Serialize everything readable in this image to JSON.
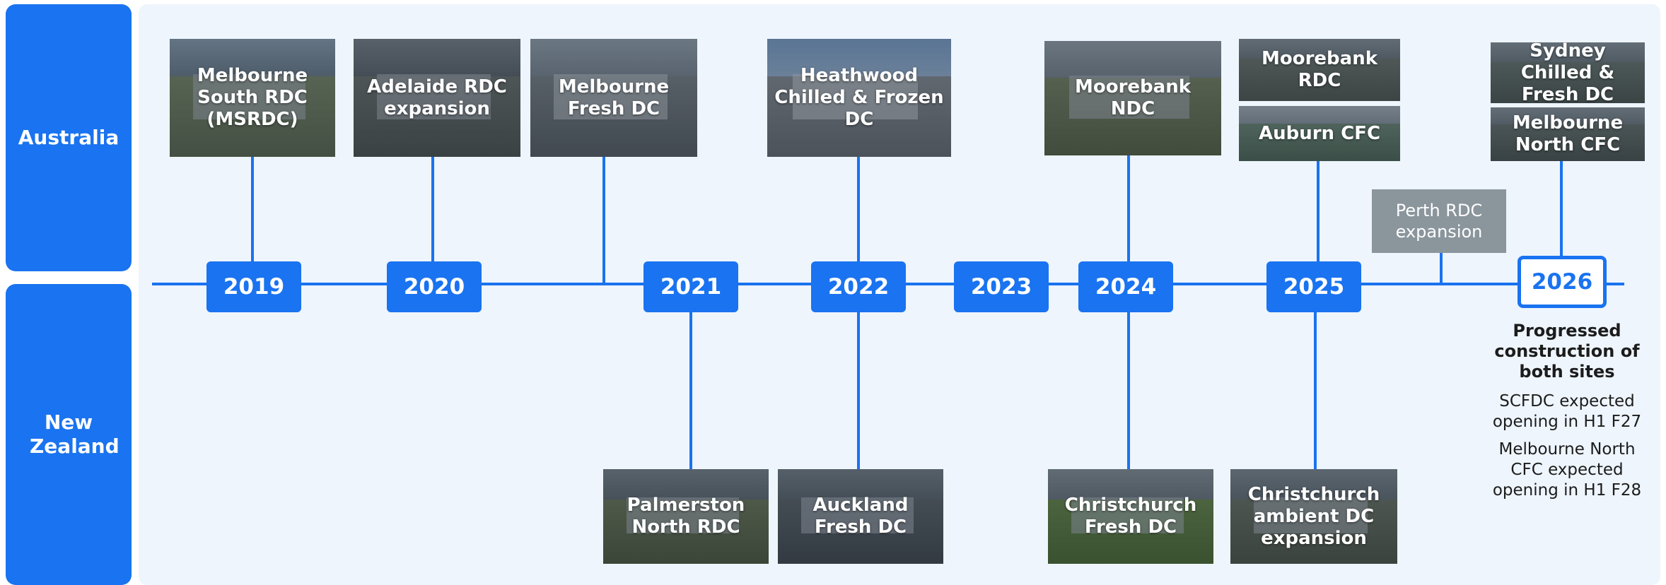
{
  "regions": {
    "australia": "Australia",
    "new_zealand": "New Zealand"
  },
  "years": [
    "2019",
    "2020",
    "2021",
    "2022",
    "2023",
    "2024",
    "2025",
    "2026"
  ],
  "australia_sites": [
    "Melbourne South RDC (MSRDC)",
    "Adelaide RDC expansion",
    "Melbourne Fresh DC",
    "Heathwood Chilled & Frozen DC",
    "Moorebank NDC",
    "Moorebank RDC",
    "Auburn CFC",
    "Sydney Chilled & Fresh DC",
    "Melbourne North CFC"
  ],
  "perth_box": "Perth RDC expansion",
  "nz_sites": [
    "Palmerston North RDC",
    "Auckland Fresh DC",
    "Christchurch Fresh DC",
    "Christchurch ambient DC expansion"
  ],
  "notes": {
    "heading": "Progressed construction of both sites",
    "scfdc": "SCFDC expected opening in H1 F27",
    "mnc": "Melbourne North CFC expected opening in H1 F28"
  },
  "colors": {
    "accent": "#1a73f0",
    "panel": "#eef5fd",
    "grey_box": "#8a959c"
  }
}
